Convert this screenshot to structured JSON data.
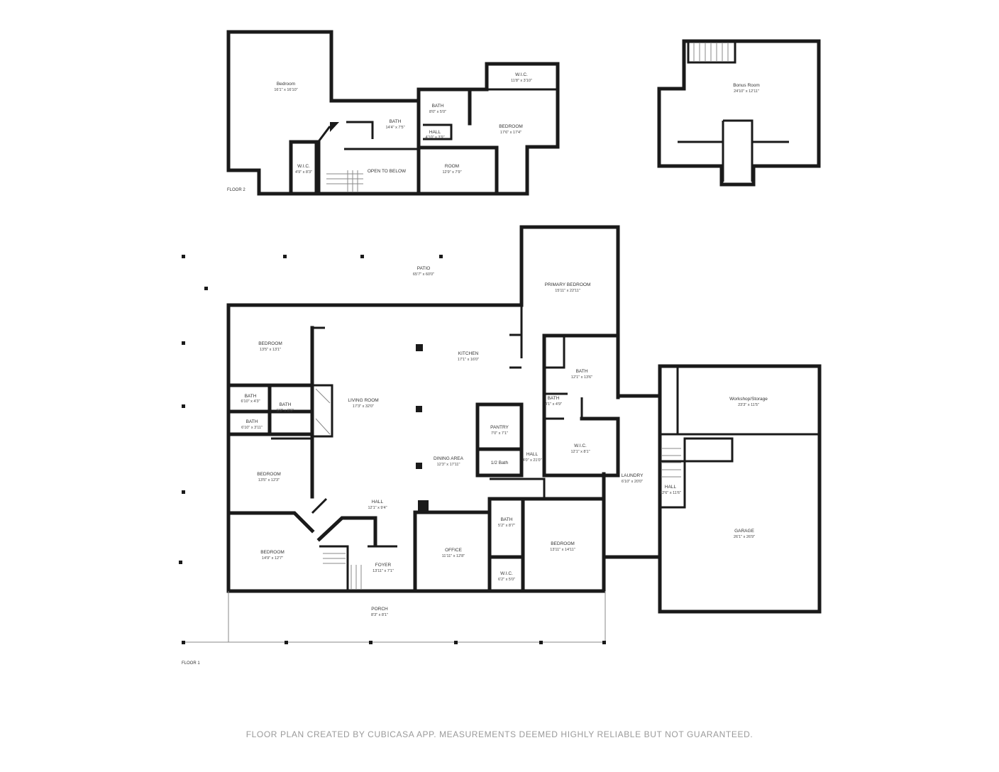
{
  "floors": [
    {
      "id": "floor-1",
      "label": "FLOOR 1"
    },
    {
      "id": "floor-2",
      "label": "FLOOR 2"
    }
  ],
  "rooms": {
    "f2_bedroom_a": {
      "name": "Bedroom",
      "dim": "16'1\" x 16'10\""
    },
    "f2_bath": {
      "name": "BATH",
      "dim": "14'4\" x 7'5\""
    },
    "f2_bath_b": {
      "name": "BATH",
      "dim": "8'0\" x 5'0\""
    },
    "f2_wic_a": {
      "name": "W.I.C.",
      "dim": "11'8\" x 3'10\""
    },
    "f2_bedroom_b": {
      "name": "BEDROOM",
      "dim": "17'6\" x 17'4\""
    },
    "f2_hall": {
      "name": "HALL",
      "dim": "4'10\" x 3'9\""
    },
    "f2_wic_b": {
      "name": "W.I.C.",
      "dim": "4'9\" x 8'3\""
    },
    "f2_open": {
      "name": "OPEN TO BELOW",
      "dim": ""
    },
    "f2_room": {
      "name": "ROOM",
      "dim": "12'9\" x 7'9\""
    },
    "bonus": {
      "name": "Bonus Room",
      "dim": "24'10\" x 12'11\""
    },
    "patio": {
      "name": "PATIO",
      "dim": "65'7\" x 60'0\""
    },
    "primary": {
      "name": "PRIMARY BEDROOM",
      "dim": "15'11\" x 22'11\""
    },
    "f1_bedroom_a": {
      "name": "BEDROOM",
      "dim": "13'5\" x 13'1\""
    },
    "kitchen": {
      "name": "KITCHEN",
      "dim": "17'1\" x 16'0\""
    },
    "f1_bath_primary": {
      "name": "BATH",
      "dim": "12'1\" x 13'6\""
    },
    "f1_bath_small_a": {
      "name": "BATH",
      "dim": "6'10\" x 4'3\""
    },
    "f1_bath_small_b": {
      "name": "BATH",
      "dim": "5'3\" x 8'6\""
    },
    "f1_bath_small_c": {
      "name": "BATH",
      "dim": "6'10\" x 3'11\""
    },
    "living": {
      "name": "LIVING ROOM",
      "dim": "17'3\" x 32'0\""
    },
    "f1_bath_tiny": {
      "name": "BATH",
      "dim": "4'1\" x 4'9\""
    },
    "workshop": {
      "name": "Workshop/Storage",
      "dim": "23'3\" x 11'5\""
    },
    "pantry": {
      "name": "PANTRY",
      "dim": "7'0\" x 7'1\""
    },
    "f1_wic_primary": {
      "name": "W.I.C.",
      "dim": "12'1\" x 8'1\""
    },
    "half_bath": {
      "name": "1/2 Bath",
      "dim": ""
    },
    "f1_hall_mid": {
      "name": "HALL",
      "dim": "4'0\" x 21'0\""
    },
    "dining": {
      "name": "DINING AREA",
      "dim": "12'3\" x 17'11\""
    },
    "f1_bedroom_b": {
      "name": "BEDROOM",
      "dim": "13'5\" x 12'3\""
    },
    "laundry": {
      "name": "LAUNDRY",
      "dim": "6'10\" x 20'0\""
    },
    "f1_hall_garage": {
      "name": "HALL",
      "dim": "12'6\" x 11'6\""
    },
    "f1_hall_front": {
      "name": "HALL",
      "dim": "12'1\" x 9'4\""
    },
    "f1_bath_c": {
      "name": "BATH",
      "dim": "5'2\" x 8'7\""
    },
    "garage": {
      "name": "GARAGE",
      "dim": "26'1\" x 26'9\""
    },
    "f1_bedroom_c": {
      "name": "BEDROOM",
      "dim": "14'9\" x 12'7\""
    },
    "office": {
      "name": "OFFICE",
      "dim": "11'11\" x 12'8\""
    },
    "f1_bedroom_d": {
      "name": "BEDROOM",
      "dim": "13'11\" x 14'11\""
    },
    "foyer": {
      "name": "FOYER",
      "dim": "13'11\" x 7'1\""
    },
    "f1_wic_c": {
      "name": "W.I.C.",
      "dim": "6'2\" x 5'0\""
    },
    "porch": {
      "name": "PORCH",
      "dim": "8'3\" x 8'1\""
    }
  },
  "footer": "FLOOR PLAN CREATED BY CUBICASA APP. MEASUREMENTS DEEMED HIGHLY RELIABLE BUT NOT GUARANTEED."
}
